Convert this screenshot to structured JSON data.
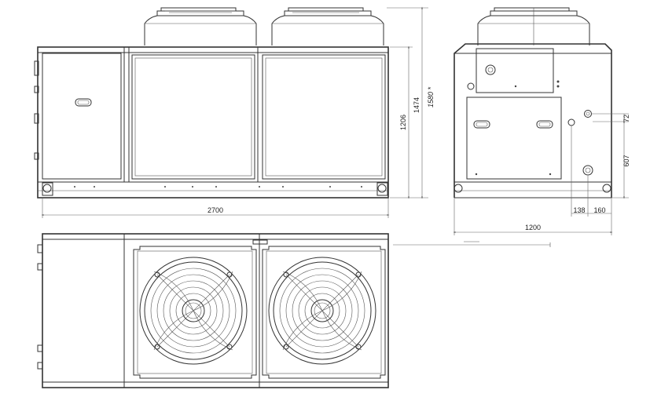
{
  "dimensions": {
    "front_width": "2700",
    "body_height": "1206",
    "total_height": "1474",
    "total_height_with_fans": "1580 *",
    "side_width": "1200",
    "offset_a": "138",
    "offset_b": "160",
    "connection_upper": "72",
    "connection_lower": "607"
  },
  "icons": {
    "fan": "fan-icon",
    "handle": "handle-icon",
    "pipe_connection": "pipe-connection-icon"
  },
  "colors": {
    "line": "#333333",
    "background": "#ffffff"
  }
}
